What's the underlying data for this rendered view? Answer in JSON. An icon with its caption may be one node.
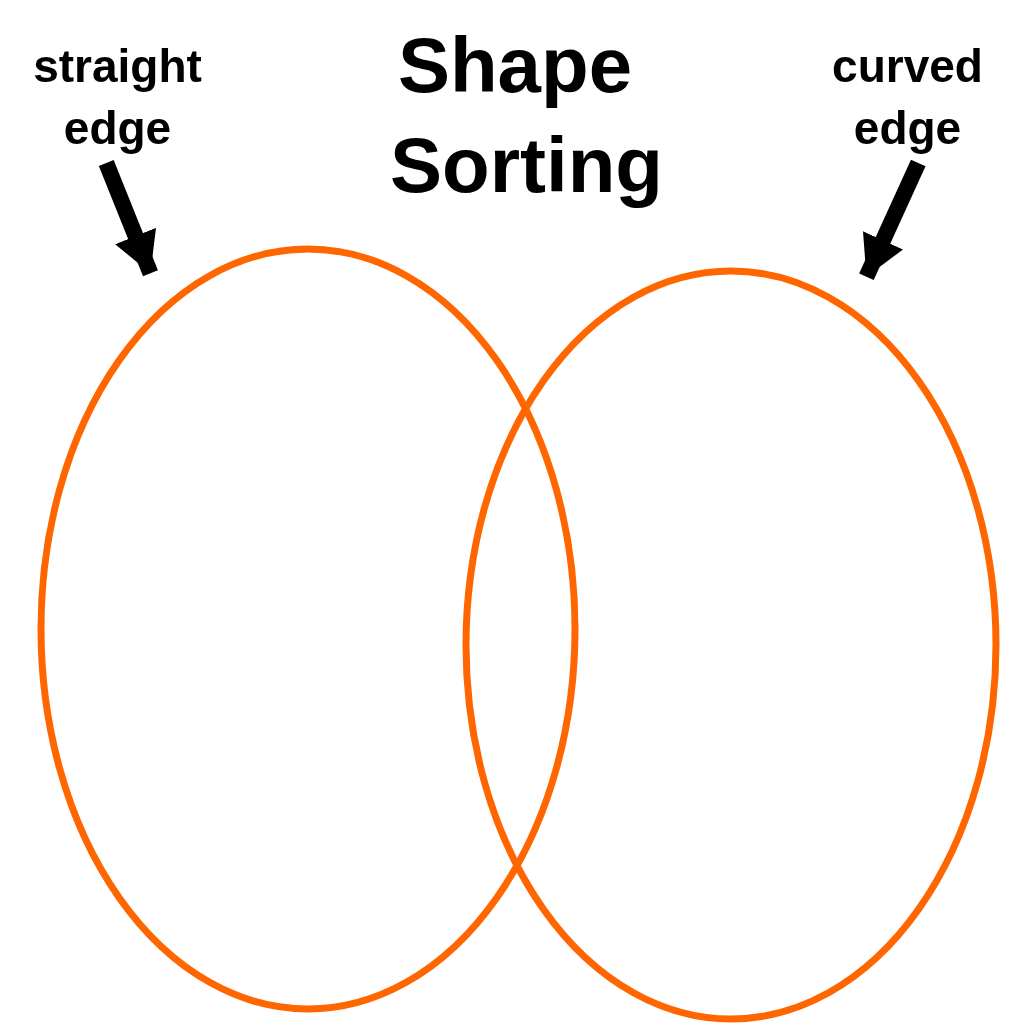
{
  "diagram": {
    "title": "Shape Sorting",
    "nodes": [
      {
        "text": [
          "straight edge"
        ]
      },
      {
        "text": [
          "curved edge"
        ]
      },
      {
        "text": [],
        "shape": "circle"
      },
      {
        "text": [],
        "shape": "circle"
      }
    ],
    "edges": [
      {
        "from": 0,
        "to": 2,
        "arrow": "to"
      },
      {
        "from": 1,
        "to": 3,
        "arrow": "to"
      }
    ]
  }
}
